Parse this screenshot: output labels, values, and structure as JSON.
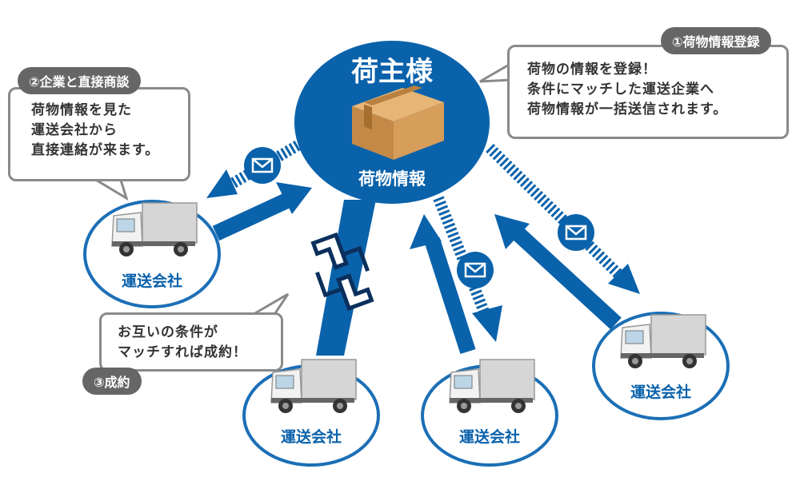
{
  "shipper": {
    "title": "荷主様",
    "cargo_label": "荷物情報"
  },
  "carrier_label": "運送会社",
  "steps": [
    {
      "badge": "①荷物情報登録",
      "lines": [
        "荷物の情報を登録！",
        "条件にマッチした運送企業へ",
        "荷物情報が一括送信されます。"
      ]
    },
    {
      "badge": "②企業と直接商談",
      "lines": [
        "荷物情報を見た",
        "運送会社から",
        "直接連絡が来ます。"
      ]
    },
    {
      "badge": "③成約",
      "lines": [
        "お互いの条件が",
        "マッチすれば成約！"
      ]
    }
  ],
  "colors": {
    "primary": "#0a62ab",
    "ring": "#1b6fb6",
    "callout_border": "#8a8a8a",
    "badge_bg": "#666666"
  },
  "icons": {
    "mail": "envelope-icon",
    "handshake": "chain-link-icon",
    "truck": "truck-icon",
    "box": "cardboard-box-icon"
  }
}
